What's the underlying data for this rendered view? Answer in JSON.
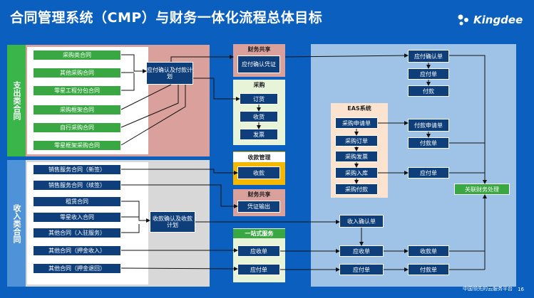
{
  "title": "合同管理系统（CMP）与财务一体化流程总体目标",
  "logo": {
    "text": "Kingdee"
  },
  "sections": {
    "payment": "支出类合同",
    "income": "收入类合同"
  },
  "expense_contracts": [
    "采购类合同",
    "其他采购合同",
    "零星工程分包合同",
    "采购框架合同",
    "自行采购合同",
    "零星框架采购合同"
  ],
  "income_contracts": [
    "销售服务合同（新签）",
    "销售服务合同（续签）",
    "租赁合同",
    "零星收入合同",
    "其他合同（入驻服务）",
    "其他合同（押金收入）",
    "其他合同（押金退回）"
  ],
  "nodes": {
    "pay_plan": "应付确认及付款计划",
    "rec_plan": "收款确认及收款计划",
    "finance_share": "财务共享",
    "pay_confirm_voucher": "应付确认凭证",
    "purchase_hdr": "采购",
    "purchase_order": "订货",
    "receiving": "收货",
    "invoice": "发票",
    "receipt_mgmt": "收款管理",
    "receipt": "收款",
    "fin_share2": "财务共享",
    "voucher_out": "凭证输出",
    "one_stop": "一站式服务",
    "receivable": "应收单",
    "payable2": "应付单",
    "pay_confirm_right": "应付确认单",
    "payable_right": "应付单",
    "payment_right": "付款",
    "ea_hdr": "EAS系统",
    "ea_items": [
      "采购申请单",
      "采购订单",
      "采购发票",
      "采购入库",
      "采购付款"
    ],
    "pay_apply": "付款申请单",
    "pay_doc": "付款单",
    "payable3": "应付单",
    "income_confirm": "收入确认单",
    "receivable_r": "应收单",
    "payable_r": "应付单",
    "receipt_r": "收款单",
    "payment_r": "付款单",
    "gl": "关联财务处理"
  },
  "footer": "中国领先的云服务平台",
  "page_num": "16"
}
